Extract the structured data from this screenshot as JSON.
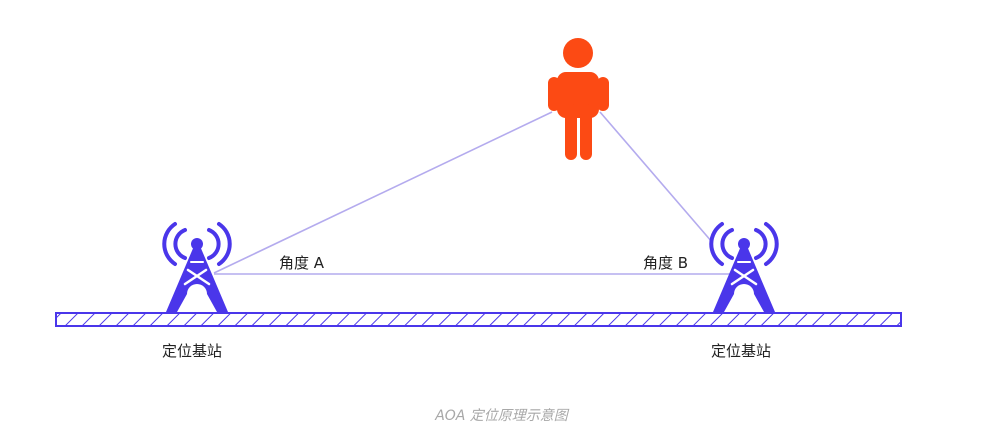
{
  "labels": {
    "angle_a": "角度 A",
    "angle_b": "角度 B",
    "station_left": "定位基站",
    "station_right": "定位基站"
  },
  "caption": "AOA 定位原理示意图",
  "icons": {
    "person": "person-icon",
    "station_left": "antenna-tower-icon",
    "station_right": "antenna-tower-icon"
  },
  "colors": {
    "person": "#fc4a14",
    "station": "#4a36ea",
    "ground": "#4a36ea",
    "line": "#b4abee",
    "caption": "#a8a8a8"
  }
}
